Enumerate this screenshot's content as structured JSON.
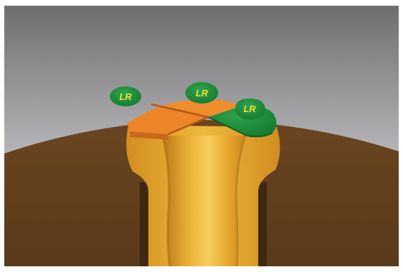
{
  "receptors": [
    {
      "label": "LR",
      "state": "free"
    },
    {
      "label": "LR",
      "state": "free"
    },
    {
      "label": "LR",
      "state": "bound"
    }
  ],
  "colors": {
    "background_top": "#6f6f6f",
    "background_bottom": "#e8e8ec",
    "membrane": "#5e3d1c",
    "membrane_dark": "#3f2a12",
    "canal_gold": "#e0a42a",
    "canal_gold_light": "#f2c14a",
    "cap_orange": "#ec8528",
    "receptor_green": "#1f8a3a",
    "receptor_label": "#f5e33a"
  }
}
